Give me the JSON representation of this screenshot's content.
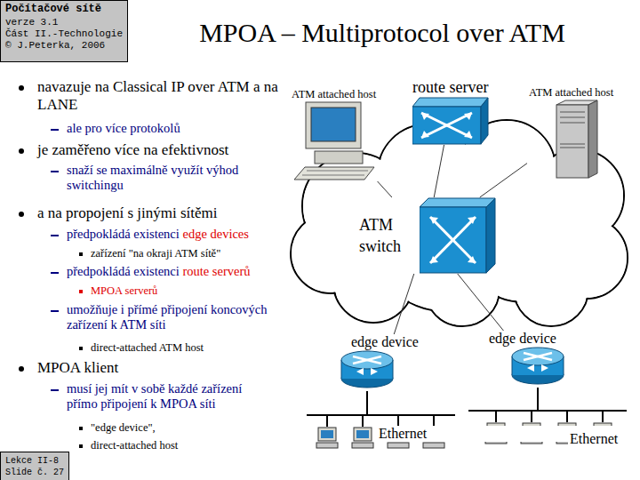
{
  "diagram": {
    "title": "MPOA – Multiprotocol over ATM",
    "nodes": [
      {
        "text": [
          "Počítačové sítě",
          "verze 3.1",
          "Část II.-Technologie",
          "© J.Peterka, 2006"
        ]
      },
      {
        "text": [
          "Lekce II-8",
          "Slide č. 27"
        ]
      },
      {
        "text": [
          "route server"
        ]
      },
      {
        "text": [
          "ATM attached host"
        ]
      },
      {
        "text": [
          "ATM attached host"
        ]
      },
      {
        "text": [
          "ATM switch"
        ]
      },
      {
        "text": [
          "edge device"
        ]
      },
      {
        "text": [
          "edge device"
        ]
      }
    ],
    "edges": [
      {
        "from": 3,
        "to": 5,
        "arrow": "none"
      },
      {
        "from": 2,
        "to": 5,
        "arrow": "none"
      },
      {
        "from": 4,
        "to": 5,
        "arrow": "none"
      },
      {
        "from": 5,
        "to": 6,
        "arrow": "none"
      },
      {
        "from": 5,
        "to": 7,
        "arrow": "none"
      }
    ],
    "labels": [
      "navazuje na Classical IP over ATM a na LANE",
      "ale pro více protokolů",
      "je zaměřeno více na efektivnost",
      "snaží se maximálně využít výhod switchingu",
      "a na propojení s jinými sítěmi",
      "předpokládá existenci",
      "edge devices",
      "zařízení \"na okraji ATM sítě\"",
      "předpokládá existenci",
      "route serverů",
      "MPOA serverů",
      "umožňuje i přímé připojení koncových zařízení k ATM síti",
      "direct-attached ATM host",
      "MPOA klient",
      "musí jej mít v sobě každé zařízení přímo připojení k MPOA síti",
      "\"edge device\",",
      "direct-attached host",
      "Ethernet",
      "Ethernet"
    ]
  }
}
